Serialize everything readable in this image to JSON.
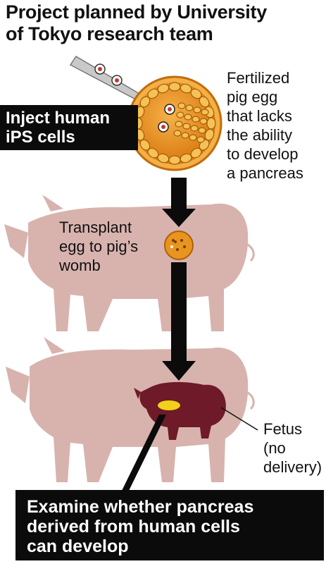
{
  "title": {
    "line1": "Project planned by University",
    "line2": "of Tokyo research team"
  },
  "inject": {
    "line1": "Inject human",
    "line2": "iPS cells"
  },
  "fertilized": {
    "line1": "Fertilized",
    "line2": "pig egg",
    "line3": "that lacks",
    "line4": "the ability",
    "line5": "to develop",
    "line6": "a pancreas"
  },
  "transplant": {
    "line1": "Transplant",
    "line2": "egg to pig’s",
    "line3": "womb"
  },
  "fetus": {
    "line1": "Fetus",
    "line2": "(no",
    "line3": "delivery)"
  },
  "examine": {
    "line1": "Examine whether pancreas",
    "line2": "derived from human cells",
    "line3": "can develop"
  },
  "colors": {
    "pig": "#d8b3ae",
    "egg_fill": "#e8951f",
    "cell": "#f4c256",
    "fetus": "#6e1a28",
    "pancreas": "#f2d11a",
    "box": "#0b0b0b"
  }
}
